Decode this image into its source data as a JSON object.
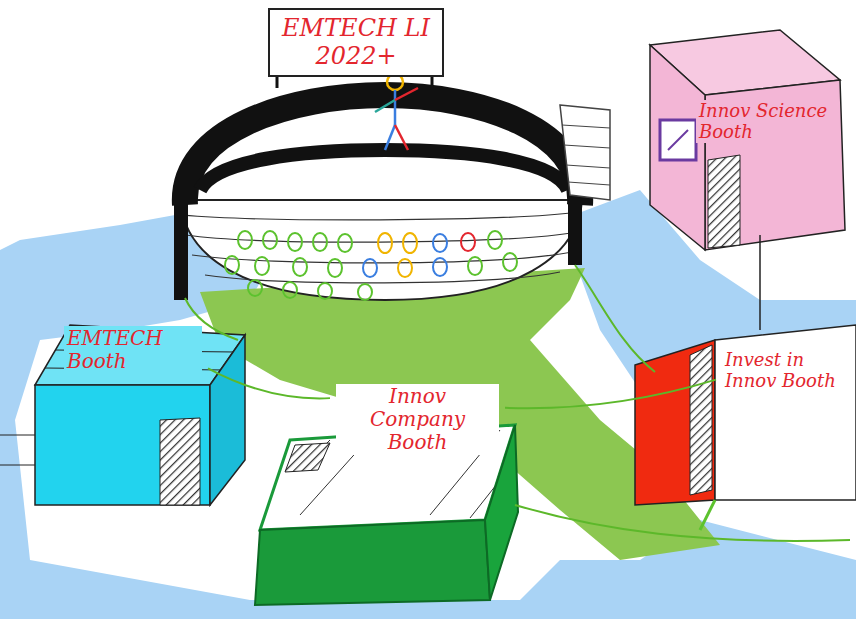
{
  "diagram": {
    "nodes": [
      {
        "text": [
          "EMTECH LI 2022+"
        ]
      },
      {
        "text": [
          "Innov Science Booth"
        ]
      },
      {
        "text": [
          "EMTECH Booth"
        ]
      },
      {
        "text": [
          "Innov Company Booth"
        ]
      },
      {
        "text": [
          "Invest in Innov Booth"
        ]
      }
    ],
    "edges": [
      {
        "from": 2,
        "to": 3,
        "arrow": "none"
      },
      {
        "from": 3,
        "to": 4,
        "arrow": "none"
      }
    ]
  }
}
